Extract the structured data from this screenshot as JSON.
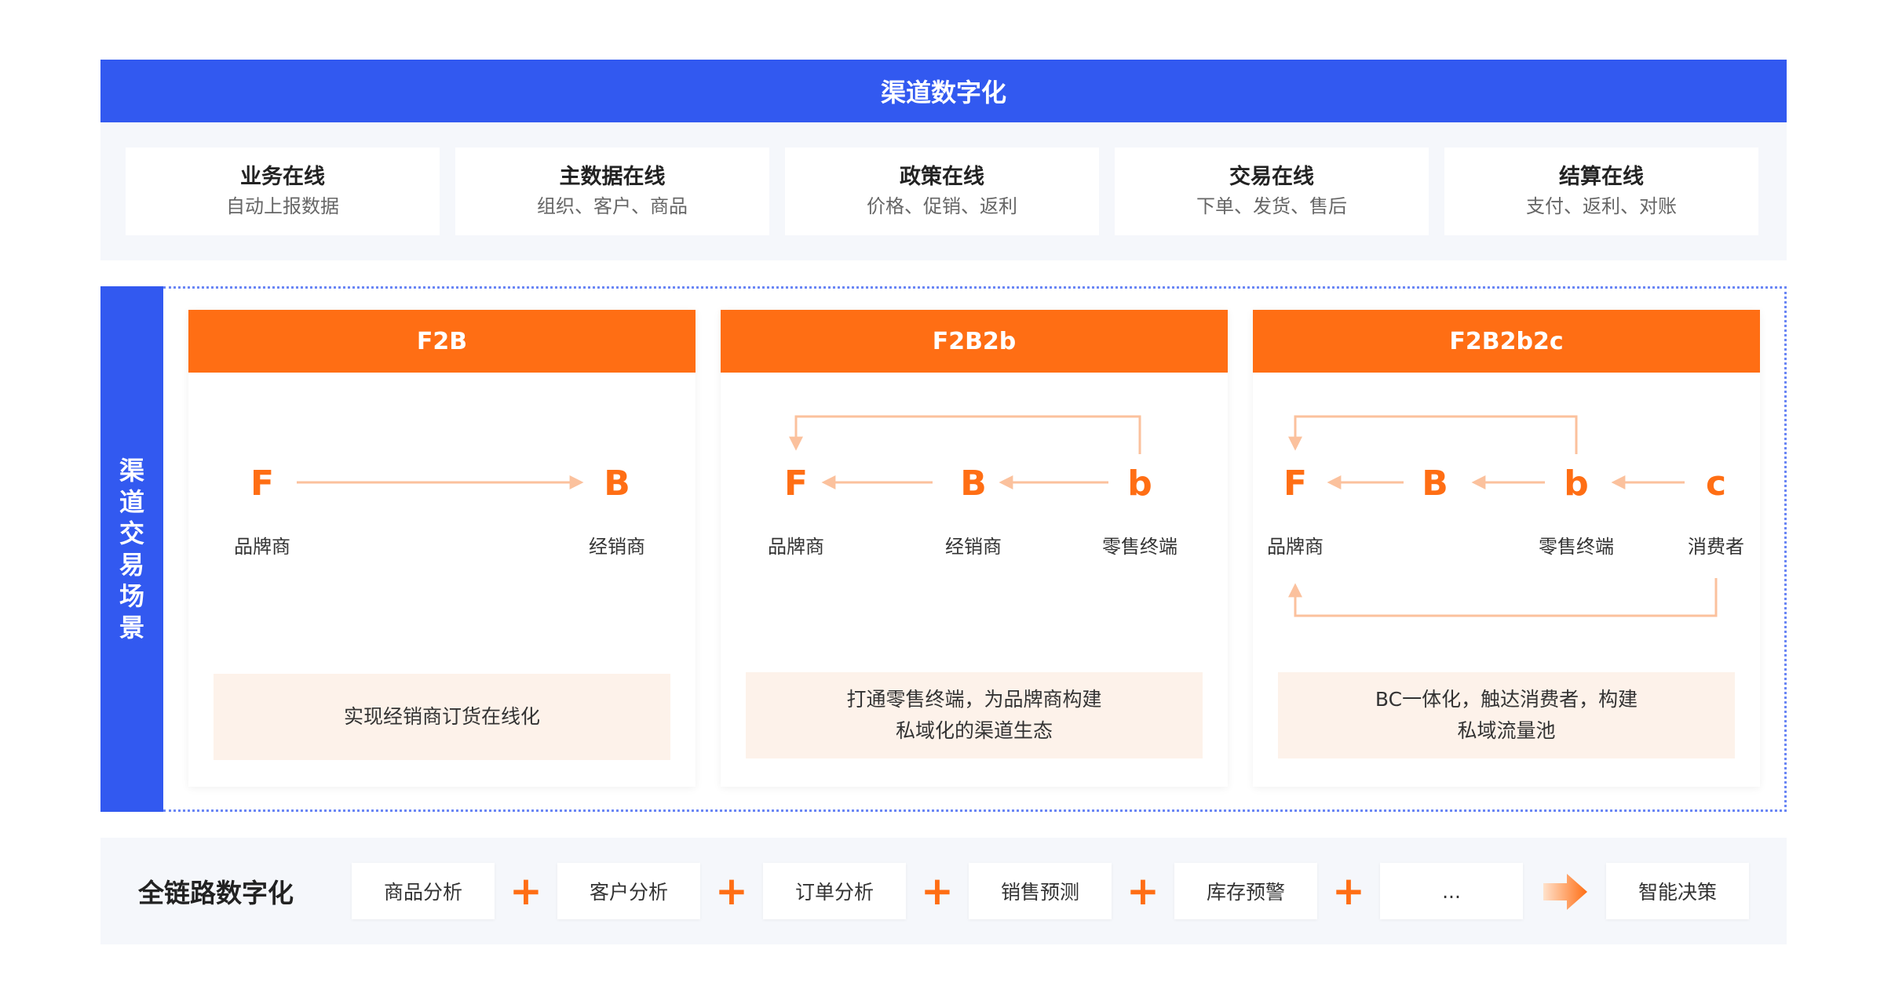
{
  "top": {
    "title": "渠道数字化",
    "features": [
      {
        "title": "业务在线",
        "subtitle": "自动上报数据"
      },
      {
        "title": "主数据在线",
        "subtitle": "组织、客户、商品"
      },
      {
        "title": "政策在线",
        "subtitle": "价格、促销、返利"
      },
      {
        "title": "交易在线",
        "subtitle": "下单、发货、售后"
      },
      {
        "title": "结算在线",
        "subtitle": "支付、返利、对账"
      }
    ]
  },
  "middle": {
    "side_title_chars": [
      "渠",
      "道",
      "交",
      "易",
      "场",
      "景"
    ],
    "colors": {
      "accent": "#ff6e14",
      "arrow": "#fbc19d",
      "blue": "#3259f0"
    },
    "scenes": [
      {
        "title": "F2B",
        "nodes": [
          {
            "letter": "F",
            "label": "品牌商"
          },
          {
            "letter": "B",
            "label": "经销商"
          }
        ],
        "desc": [
          "实现经销商订货在线化"
        ]
      },
      {
        "title": "F2B2b",
        "nodes": [
          {
            "letter": "F",
            "label": "品牌商"
          },
          {
            "letter": "B",
            "label": "经销商"
          },
          {
            "letter": "b",
            "label": "零售终端"
          }
        ],
        "desc": [
          "打通零售终端，为品牌商构建",
          "私域化的渠道生态"
        ]
      },
      {
        "title": "F2B2b2c",
        "nodes": [
          {
            "letter": "F",
            "label": "品牌商"
          },
          {
            "letter": "B",
            "label": ""
          },
          {
            "letter": "b",
            "label": "零售终端"
          },
          {
            "letter": "c",
            "label": "消费者"
          }
        ],
        "desc": [
          "BC一体化，触达消费者，构建",
          "私域流量池"
        ]
      }
    ]
  },
  "bottom": {
    "title": "全链路数字化",
    "chips": [
      "商品分析",
      "客户分析",
      "订单分析",
      "销售预测",
      "库存预警",
      "..."
    ],
    "plus_sign": "+",
    "result": "智能决策",
    "arrow_icon": "right-arrow-icon"
  }
}
